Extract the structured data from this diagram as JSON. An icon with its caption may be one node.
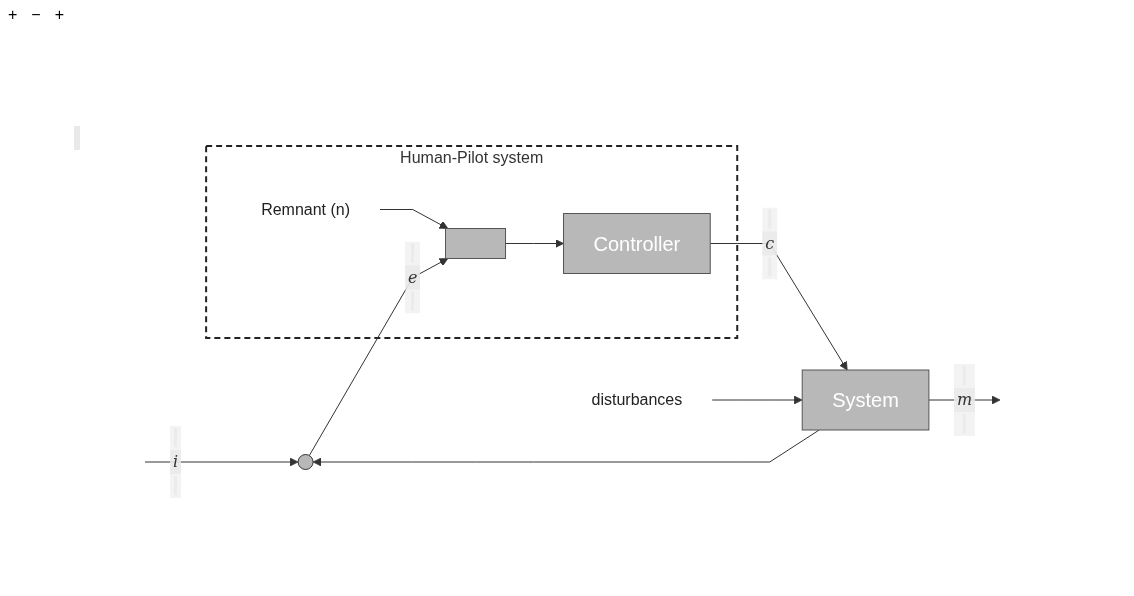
{
  "diagram": {
    "nodes": [
      {
        "text": [
          "Human-Pilot system"
        ]
      },
      {
        "text": [],
        "shape": "circle"
      },
      {
        "text": [],
        "shape": "box",
        "in": 0
      },
      {
        "text": [
          "Controller"
        ],
        "in": 0
      },
      {
        "text": [
          "System"
        ]
      },
      {
        "text": [
          "Remnant (n)"
        ],
        "in": 0
      },
      {
        "text": [
          "disturbances"
        ]
      }
    ],
    "edges": [
      {
        "from": null,
        "to": 1,
        "arrow": "to",
        "label": "i"
      },
      {
        "from": 1,
        "to": 2,
        "arrow": "to",
        "label": "e"
      },
      {
        "from": 5,
        "to": 2,
        "arrow": "to"
      },
      {
        "from": 2,
        "to": 3,
        "arrow": "to"
      },
      {
        "from": 3,
        "to": 4,
        "arrow": "to",
        "label": "c"
      },
      {
        "from": 6,
        "to": 4,
        "arrow": "to"
      },
      {
        "from": 4,
        "to": null,
        "arrow": "to",
        "label": "m"
      },
      {
        "from": 4,
        "to": 1,
        "arrow": "to"
      }
    ],
    "labels": [
      "+",
      "−",
      "+"
    ]
  }
}
